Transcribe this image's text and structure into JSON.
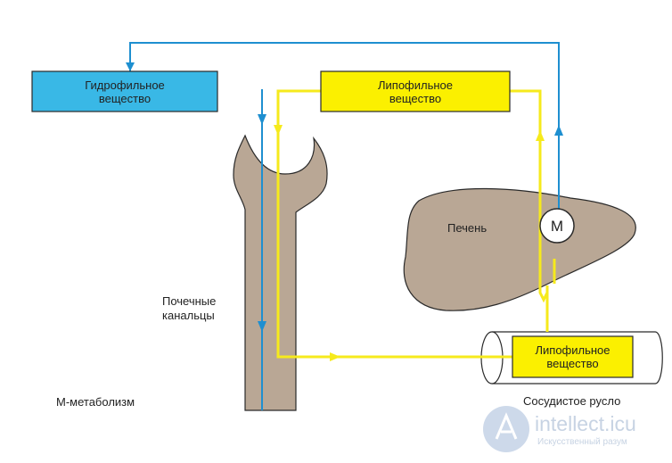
{
  "diagram": {
    "hydrophilic_box": "Гидрофильное\nвещество",
    "lipophilic_box_top": "Липофильное\nвещество",
    "lipophilic_box_vessel": "Липофильное\nвещество",
    "liver_label": "Печень",
    "metabolism_node": "М",
    "tubules_label": "Почечные\nканальцы",
    "vessel_label": "Сосудистое русло",
    "metabolism_caption": "М-метаболизм"
  },
  "watermark": {
    "site": "intellect.icu",
    "tagline": "Искусственный разум"
  },
  "colors": {
    "blue_flow": "#1e8fd0",
    "yellow_flow": "#f6ea1c",
    "hydrophilic_fill": "#39b8e6",
    "lipophilic_fill": "#fbf000",
    "organ_fill": "#b9a795",
    "outline": "#2a2a2a"
  }
}
